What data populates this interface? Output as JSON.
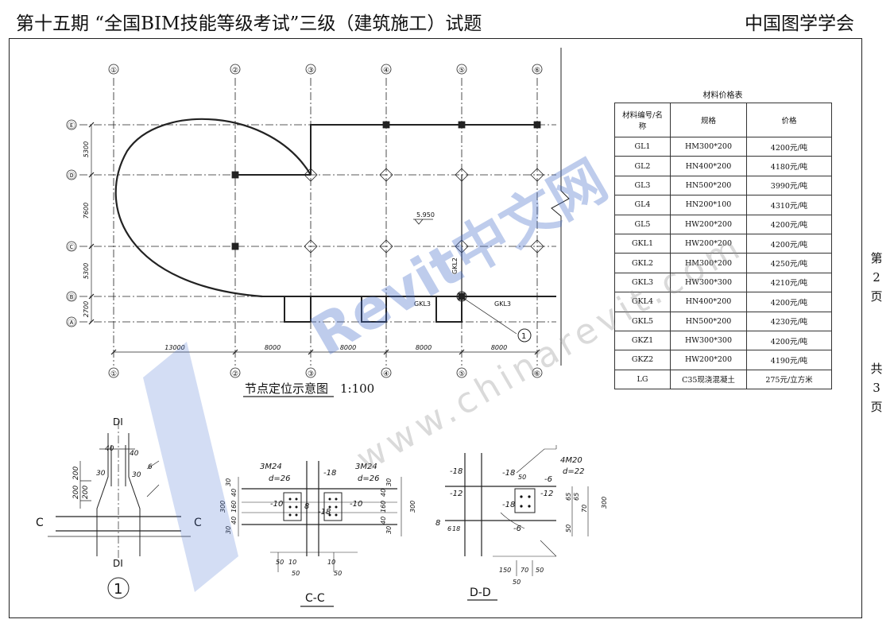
{
  "header": {
    "left": "第十五期 “全国BIM技能等级考试”三级（建筑施工）试题",
    "right": "中国图学学会"
  },
  "side": {
    "page": [
      "第",
      "2",
      "页"
    ],
    "total": [
      "共",
      "3",
      "页"
    ]
  },
  "plan": {
    "caption": "节点定位示意图　1:100",
    "axes_columns": [
      "①",
      "②",
      "③",
      "④",
      "⑤",
      "⑥"
    ],
    "axes_rows": [
      "Ⓔ",
      "Ⓓ",
      "Ⓒ",
      "Ⓑ",
      "Ⓐ"
    ],
    "dims_horizontal": [
      "13000",
      "8000",
      "8000",
      "8000",
      "8000"
    ],
    "dims_vertical": [
      "5300",
      "7600",
      "5300",
      "2700"
    ],
    "elevation": "5.950",
    "beam_labels": {
      "gkl2": "GKL2",
      "gkl3_a": "GKL3",
      "gkl3_b": "GKL3"
    },
    "node_callout": "1"
  },
  "table": {
    "title": "材料价格表",
    "headers": [
      "材料编号/名称",
      "规格",
      "价格"
    ],
    "rows": [
      [
        "GL1",
        "HM300*200",
        "4200元/吨"
      ],
      [
        "GL2",
        "HN400*200",
        "4180元/吨"
      ],
      [
        "GL3",
        "HN500*200",
        "3990元/吨"
      ],
      [
        "GL4",
        "HN200*100",
        "4310元/吨"
      ],
      [
        "GL5",
        "HW200*200",
        "4200元/吨"
      ],
      [
        "GKL1",
        "HW200*200",
        "4200元/吨"
      ],
      [
        "GKL2",
        "HM300*200",
        "4250元/吨"
      ],
      [
        "GKL3",
        "HW300*300",
        "4210元/吨"
      ],
      [
        "GKL4",
        "HN400*200",
        "4200元/吨"
      ],
      [
        "GKL5",
        "HN500*200",
        "4230元/吨"
      ],
      [
        "GKZ1",
        "HW300*300",
        "4200元/吨"
      ],
      [
        "GKZ2",
        "HW200*200",
        "4190元/吨"
      ],
      [
        "LG",
        "C35现浇混凝土",
        "275元/立方米"
      ]
    ]
  },
  "detail1": {
    "section_mark": "DI",
    "section_c": "C",
    "callout": "1",
    "dims": [
      "40",
      "40",
      "30",
      "200",
      "200",
      "200",
      "30",
      "6"
    ]
  },
  "detail_cc": {
    "title": "C-C",
    "bolts_left": "3M24",
    "hole_left": "d=26",
    "bolts_right": "3M24",
    "hole_right": "d=26",
    "plates": [
      "-18",
      "-10",
      "-10",
      "-18",
      "8"
    ],
    "dims_left": [
      "30",
      "40",
      "160",
      "40",
      "30",
      "300"
    ],
    "dims_right": [
      "30",
      "40",
      "160",
      "40",
      "30",
      "300"
    ],
    "dims_bottom": [
      "50",
      "10",
      "50",
      "10",
      "50"
    ]
  },
  "detail_dd": {
    "title": "D-D",
    "bolts": "4M20",
    "hole": "d=22",
    "plates": [
      "-18",
      "-18",
      "-12",
      "-12",
      "-18",
      "-6",
      "-6",
      "8"
    ],
    "dims_right": [
      "50",
      "50",
      "65",
      "65",
      "70",
      "300"
    ],
    "dims_bottom": [
      "150",
      "70",
      "50",
      "50"
    ],
    "small": [
      "6",
      "18"
    ]
  },
  "watermark": {
    "brand": "Revit中文网",
    "url": "www.chinarevit.com"
  }
}
